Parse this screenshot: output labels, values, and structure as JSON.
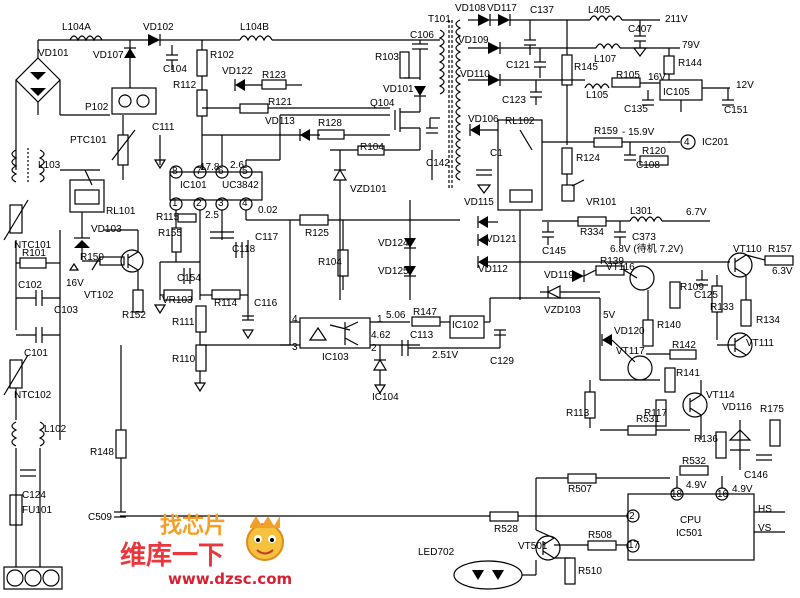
{
  "watermark": {
    "line1": "找芯片",
    "line2": "维库一下",
    "url": "www.dzsc.com"
  },
  "labels": [
    {
      "id": "L104A",
      "t": "L104A"
    },
    {
      "id": "VD102",
      "t": "VD102"
    },
    {
      "id": "L104B",
      "t": "L104B"
    },
    {
      "id": "VD101a",
      "t": "VD101"
    },
    {
      "id": "VD107",
      "t": "VD107"
    },
    {
      "id": "C104",
      "t": "C104"
    },
    {
      "id": "R102",
      "t": "R102"
    },
    {
      "id": "R112",
      "t": "R112"
    },
    {
      "id": "VD122",
      "t": "VD122"
    },
    {
      "id": "R123",
      "t": "R123"
    },
    {
      "id": "R121",
      "t": "R121"
    },
    {
      "id": "P102",
      "t": "P102"
    },
    {
      "id": "PTC101",
      "t": "PTC101"
    },
    {
      "id": "C111",
      "t": "C111"
    },
    {
      "id": "VD113",
      "t": "VD113"
    },
    {
      "id": "R128",
      "t": "R128"
    },
    {
      "id": "L103",
      "t": "L103"
    },
    {
      "id": "v178",
      "t": "17.8"
    },
    {
      "id": "v26",
      "t": "2.6"
    },
    {
      "id": "IC101",
      "t": "IC101"
    },
    {
      "id": "UC3842",
      "t": "UC3842"
    },
    {
      "id": "RL101",
      "t": "RL101"
    },
    {
      "id": "R155",
      "t": "R155"
    },
    {
      "id": "R115",
      "t": "R115"
    },
    {
      "id": "v25",
      "t": "2.5"
    },
    {
      "id": "v002",
      "t": "0.02"
    },
    {
      "id": "C117",
      "t": "C117"
    },
    {
      "id": "C118",
      "t": "C118"
    },
    {
      "id": "R125",
      "t": "R125"
    },
    {
      "id": "NTC101",
      "t": "NTC101"
    },
    {
      "id": "VD103",
      "t": "VD103"
    },
    {
      "id": "R101",
      "t": "R101"
    },
    {
      "id": "R150",
      "t": "R150"
    },
    {
      "id": "v16",
      "t": "16V"
    },
    {
      "id": "VT102",
      "t": "VT102"
    },
    {
      "id": "C154",
      "t": "C154"
    },
    {
      "id": "C102",
      "t": "C102"
    },
    {
      "id": "C103",
      "t": "C103"
    },
    {
      "id": "R152",
      "t": "R152"
    },
    {
      "id": "VR103",
      "t": "VR103"
    },
    {
      "id": "R114",
      "t": "R114"
    },
    {
      "id": "C116",
      "t": "C116"
    },
    {
      "id": "R111",
      "t": "R111"
    },
    {
      "id": "C101",
      "t": "C101"
    },
    {
      "id": "R110",
      "t": "R110"
    },
    {
      "id": "NTC102",
      "t": "NTC102"
    },
    {
      "id": "L102",
      "t": "L102"
    },
    {
      "id": "C124",
      "t": "C124"
    },
    {
      "id": "R148",
      "t": "R148"
    },
    {
      "id": "FU101",
      "t": "FU101"
    },
    {
      "id": "C509",
      "t": "C509"
    },
    {
      "id": "T101",
      "t": "T101"
    },
    {
      "id": "VD108",
      "t": "VD108"
    },
    {
      "id": "VD117",
      "t": "VD117"
    },
    {
      "id": "C137",
      "t": "C137"
    },
    {
      "id": "L405",
      "t": "L405"
    },
    {
      "id": "C407",
      "t": "C407"
    },
    {
      "id": "v211",
      "t": "211V"
    },
    {
      "id": "C106",
      "t": "C106"
    },
    {
      "id": "R103",
      "t": "R103"
    },
    {
      "id": "VD109",
      "t": "VD109"
    },
    {
      "id": "C121",
      "t": "C121"
    },
    {
      "id": "R145",
      "t": "R145"
    },
    {
      "id": "L107",
      "t": "L107"
    },
    {
      "id": "v79",
      "t": "79V"
    },
    {
      "id": "R144",
      "t": "R144"
    },
    {
      "id": "VD101b",
      "t": "VD101"
    },
    {
      "id": "Q104",
      "t": "Q104"
    },
    {
      "id": "VD110",
      "t": "VD110"
    },
    {
      "id": "C123",
      "t": "C123"
    },
    {
      "id": "R105",
      "t": "R105"
    },
    {
      "id": "v16b",
      "t": "16V"
    },
    {
      "id": "v12",
      "t": "12V"
    },
    {
      "id": "L105",
      "t": "L105"
    },
    {
      "id": "IC105",
      "t": "IC105"
    },
    {
      "id": "C135",
      "t": "C135"
    },
    {
      "id": "C151",
      "t": "C151"
    },
    {
      "id": "R104a",
      "t": "R104"
    },
    {
      "id": "VZD101",
      "t": "VZD101"
    },
    {
      "id": "C142",
      "t": "C142"
    },
    {
      "id": "VD106",
      "t": "VD106"
    },
    {
      "id": "RL102",
      "t": "RL102"
    },
    {
      "id": "R159",
      "t": "R159"
    },
    {
      "id": "vm159",
      "t": "- 15.9V"
    },
    {
      "id": "C1",
      "t": "C1"
    },
    {
      "id": "R124",
      "t": "R124"
    },
    {
      "id": "R120",
      "t": "R120"
    },
    {
      "id": "C108",
      "t": "C108"
    },
    {
      "id": "IC201n",
      "t": "4"
    },
    {
      "id": "IC201",
      "t": "IC201"
    },
    {
      "id": "VD115",
      "t": "VD115"
    },
    {
      "id": "VR101",
      "t": "VR101"
    },
    {
      "id": "L301",
      "t": "L301"
    },
    {
      "id": "v67",
      "t": "6.7V"
    },
    {
      "id": "VD121",
      "t": "VD121"
    },
    {
      "id": "R334",
      "t": "R334"
    },
    {
      "id": "C373",
      "t": "C373"
    },
    {
      "id": "C145",
      "t": "C145"
    },
    {
      "id": "v68",
      "t": "6.8V (待机 7.2V)"
    },
    {
      "id": "VT110",
      "t": "VT110"
    },
    {
      "id": "R157",
      "t": "R157"
    },
    {
      "id": "v63",
      "t": "6.3V"
    },
    {
      "id": "VD124",
      "t": "VD124"
    },
    {
      "id": "VD125",
      "t": "VD125"
    },
    {
      "id": "R104b",
      "t": "R104"
    },
    {
      "id": "VD112",
      "t": "VD112"
    },
    {
      "id": "VD119",
      "t": "VD119"
    },
    {
      "id": "R139",
      "t": "R139"
    },
    {
      "id": "VT116",
      "t": "VT116"
    },
    {
      "id": "R109",
      "t": "R109"
    },
    {
      "id": "C125",
      "t": "C125"
    },
    {
      "id": "R133",
      "t": "R133"
    },
    {
      "id": "R134",
      "t": "R134"
    },
    {
      "id": "VZD103",
      "t": "VZD103"
    },
    {
      "id": "v5",
      "t": "5V"
    },
    {
      "id": "VD120",
      "t": "VD120"
    },
    {
      "id": "R140",
      "t": "R140"
    },
    {
      "id": "VT111",
      "t": "VT111"
    },
    {
      "id": "VT117",
      "t": "VT117"
    },
    {
      "id": "R142",
      "t": "R142"
    },
    {
      "id": "R141",
      "t": "R141"
    },
    {
      "id": "p1",
      "t": "1"
    },
    {
      "id": "v506",
      "t": "5.06"
    },
    {
      "id": "R147",
      "t": "R147"
    },
    {
      "id": "IC102",
      "t": "IC102"
    },
    {
      "id": "p4",
      "t": "4"
    },
    {
      "id": "v462",
      "t": "4.62"
    },
    {
      "id": "C113",
      "t": "C113"
    },
    {
      "id": "p3",
      "t": "3"
    },
    {
      "id": "p2",
      "t": "2"
    },
    {
      "id": "IC103",
      "t": "IC103"
    },
    {
      "id": "v251",
      "t": "2.51V"
    },
    {
      "id": "C129",
      "t": "C129"
    },
    {
      "id": "IC104",
      "t": "IC104"
    },
    {
      "id": "VT114",
      "t": "VT114"
    },
    {
      "id": "R113",
      "t": "R113"
    },
    {
      "id": "R117",
      "t": "R117"
    },
    {
      "id": "VD116",
      "t": "VD116"
    },
    {
      "id": "R175",
      "t": "R175"
    },
    {
      "id": "R531",
      "t": "R531"
    },
    {
      "id": "R136",
      "t": "R136"
    },
    {
      "id": "C146",
      "t": "C146"
    },
    {
      "id": "R532",
      "t": "R532"
    },
    {
      "id": "v49a",
      "t": "4.9V"
    },
    {
      "id": "v49b",
      "t": "4.9V"
    },
    {
      "id": "R507",
      "t": "R507"
    },
    {
      "id": "p18",
      "t": "18"
    },
    {
      "id": "p16",
      "t": "16"
    },
    {
      "id": "HS",
      "t": "HS"
    },
    {
      "id": "VS",
      "t": "VS"
    },
    {
      "id": "R528",
      "t": "R528"
    },
    {
      "id": "p2b",
      "t": "2"
    },
    {
      "id": "CPU",
      "t": "CPU"
    },
    {
      "id": "IC501",
      "t": "IC501"
    },
    {
      "id": "VT501",
      "t": "VT501"
    },
    {
      "id": "R508",
      "t": "R508"
    },
    {
      "id": "p17",
      "t": "17"
    },
    {
      "id": "LED702",
      "t": "LED702"
    },
    {
      "id": "R510",
      "t": "R510"
    },
    {
      "id": "pin8",
      "t": "8"
    },
    {
      "id": "pin7",
      "t": "7"
    },
    {
      "id": "pin6",
      "t": "6"
    },
    {
      "id": "pin5",
      "t": "5"
    },
    {
      "id": "pin1",
      "t": "1"
    },
    {
      "id": "pin2",
      "t": "2"
    },
    {
      "id": "pin3",
      "t": "3"
    },
    {
      "id": "pin4",
      "t": "4"
    }
  ]
}
